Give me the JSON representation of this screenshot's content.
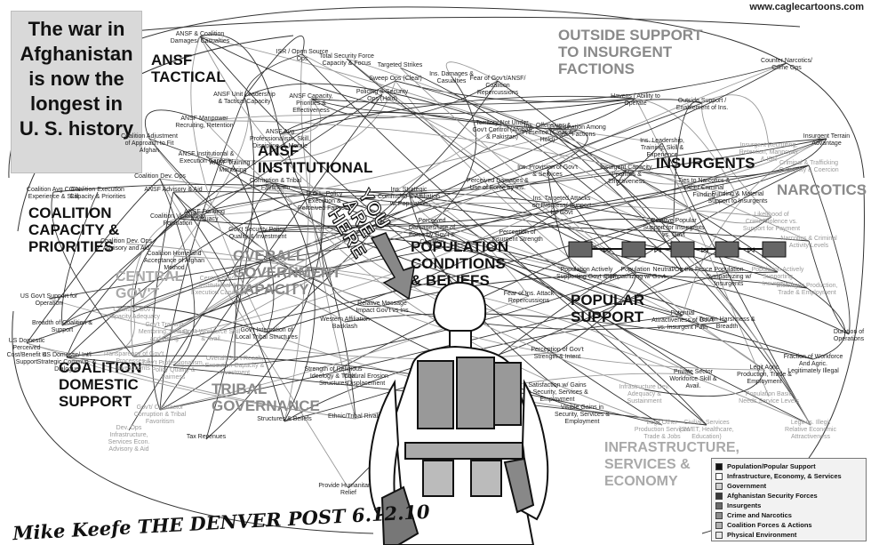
{
  "site": "www.caglecartoons.com",
  "title_lines": [
    "The war in",
    "Afghanistan",
    "is now the",
    "longest in",
    "U. S. history"
  ],
  "sections": {
    "ansf_tactical": "ANSF\nTACTICAL",
    "ansf_institutional": "ANSF\nINSTITUTIONAL",
    "outside_support": "OUTSIDE SUPPORT\nTO INSURGENT\nFACTIONS",
    "insurgents": "INSURGENTS",
    "narcotics": "NARCOTICS",
    "coalition_capacity": "COALITION\nCAPACITY &\nPRIORITIES",
    "overall_government": "OVERALL\nGOVERNMENT\nCAPACITY",
    "central_govt": "CENTRAL\nGOV'T",
    "population_conditions": "POPULATION\nCONDITIONS\n& BELIEFS",
    "popular_support": "POPULAR\nSUPPORT",
    "coalition_domestic": "COALITION\nDOMESTIC\nSUPPORT",
    "tribal_governance": "TRIBAL\nGOVERNANCE",
    "infrastructure": "INFRASTRUCTURE,\nSERVICES &\nECONOMY"
  },
  "you_are_here": "YOU\nARE\nHERE",
  "nodes": [
    "ANSF & Coalition Damages/ Casualties",
    "ISR / Open Source Ops",
    "Total Security Force Capacity & Focus",
    "Targeted Strikes",
    "Sweep Ops (Clear)",
    "Policing & Security Ops (Hold)",
    "Ins. Damages & Casualties",
    "Fear of Gov't/ANSF/ Coalition Repercussions",
    "Havens / Ability to Operate",
    "Outside Support / Enablement of Ins.",
    "Counter Narcotics/ Crime Ops",
    "ANSF Unit Leadership & Tactical Capacity",
    "ANSF Capacity, Priorities & Effectiveness",
    "ANSF Manpower Recruiting, Retention",
    "ANSF Avg Professionalism, Skill, Discipline, & Morale",
    "Coalition Adjustment of Approach to Fit Afghan",
    "ANSF Institutional & Execution Capacity",
    "ANSF Training & Mentoring",
    "Coalition Avg COIN Experience & Skill",
    "Coalition Execution Capacity & Priorities",
    "Coalition Dev. Ops",
    "ANSF Advisory & Aid",
    "Coalition Visibility to Population",
    "ANSF Funding Adequacy",
    "Corruption & Tribal Favoritism",
    "R.O.L. Policy Execution & Perceived Fairness",
    "Territory Not Under Gov't Control (Afghan & Pakistan)",
    "Ins. Offensives & Presence (Clear & Hold)",
    "Coordination Among Ins. Factions",
    "Ins. Leadership, Training, Skill & Experience",
    "Insurgent Recruiting, Retention, Manpower & ISR",
    "Insurgent Terrain Advantage",
    "Insurgent Capacity, Priorities & Effectiveness",
    "Ties to Narcotics & Other Criminal Funding",
    "Funding & Material Support to Insurgents",
    "Criminal & Trafficking Capability & Coercion",
    "Likelihood of Crime/Violence vs. Support for Payment",
    "Ins. Provision of Gov't & Services",
    "Perceived Damages & Use of Force by Ins.",
    "Ins. Targeted Attacks on Progress/ Support for Govt",
    "Perceived Damages/Use of Force by Gov't & Coalition",
    "Ins. Strategic Comms/IO & Affiliation w/ Population",
    "Perception of Insurgent Strength",
    "Relative Popular Support for Insurgents vs. Govt",
    "Population Actively Supporting Govt & SF",
    "Population Sympathizing w/ Govt",
    "Neutral/On the Fence",
    "Population Sympathizing w/ Insurgents",
    "Population Actively Supporting Insurgency",
    "Illicit/Agric Production, Trade & Employment",
    "Narcotics & Criminal Activity Levels",
    "Gov't Security Policy, Quality & Investment",
    "Central Gov't Institutional & Execution Capacity",
    "Coalition Gov't Capacity Adequacy",
    "Gov't Training Mentoring, Vetting, and Hiring",
    "Gov't Workforce Skill & Avail.",
    "Transparency of Gov't Processes & Investments",
    "Gov't Professionalism, Policy Quality & Fairness",
    "Overall Gov't Reach, Execution Capacity & Investment",
    "Gov't Integration of Local Tribal Structures",
    "Western Affiliation Backlash",
    "Relative Message Impact Gov't vs Ins",
    "Strength of Religious Ideology & Tribal Structures",
    "Cultural Erosion Displacement",
    "Ethnic/Tribal Rivalry",
    "Structures & Beliefs",
    "Tax Revenues",
    "Gov't/ Contractor Corruption & Tribal Favoritism",
    "US Gov't Support for Operation",
    "Breadth of Coalition & Support",
    "US Domestic Perceived Cost/Benefit & Support",
    "US Domestic/ Int'l Strategic Commun. & Dialogue",
    "Coalition Homeland Acceptance of Afghan Method",
    "Coalition Dev. Ops Advisory and Aid",
    "Dev. Ops Infrastructure, Services Econ. Advisory & Aid",
    "Provide Humanitarian Relief",
    "Fear of Ins. Attack Repercussions",
    "Perception of Gov't Strength & Intent",
    "Satisfaction w/ Gains in Security, Services & Employment",
    "Visible Gains in Security, Services & Employment",
    "Potential Attractiveness of Gov't vs. Insurgent Path",
    "Terrain Harshness & Breadth",
    "Duration of Operations",
    "Fraction of Workforce And Agric. Legitimately Illegal",
    "Legit Agric Production, Trade & Employment",
    "Population Basic Needs Service Levels",
    "Legit vs. Illegit Relative Economic Attractiveness",
    "Private Sector Workforce Skill & Avail.",
    "Infrastructure Dev. Adequacy & Sustainment",
    "Legit Other Production Services Trade & Jobs",
    "Civilian Services (SWET, Healthcare, Education)"
  ],
  "legend": [
    {
      "label": "Population/Popular Support",
      "color": "#111111"
    },
    {
      "label": "Infrastructure, Economy, & Services",
      "color": "#ffffff"
    },
    {
      "label": "Government",
      "color": "#d0d0d0"
    },
    {
      "label": "Afghanistan Security Forces",
      "color": "#3a3a3a"
    },
    {
      "label": "Insurgents",
      "color": "#6a6a6a"
    },
    {
      "label": "Crime and Narcotics",
      "color": "#8c8c8c"
    },
    {
      "label": "Coalition Forces & Actions",
      "color": "#b0b0b0"
    },
    {
      "label": "Physical Environment",
      "color": "#e6e6e6"
    }
  ],
  "signature": "Mike Keefe THE DENVER POST 6.12.10",
  "colors": {
    "background": "#ffffff",
    "ink": "#111111",
    "grey_label": "#8a8a8a",
    "title_box": "#d9d9d9"
  }
}
